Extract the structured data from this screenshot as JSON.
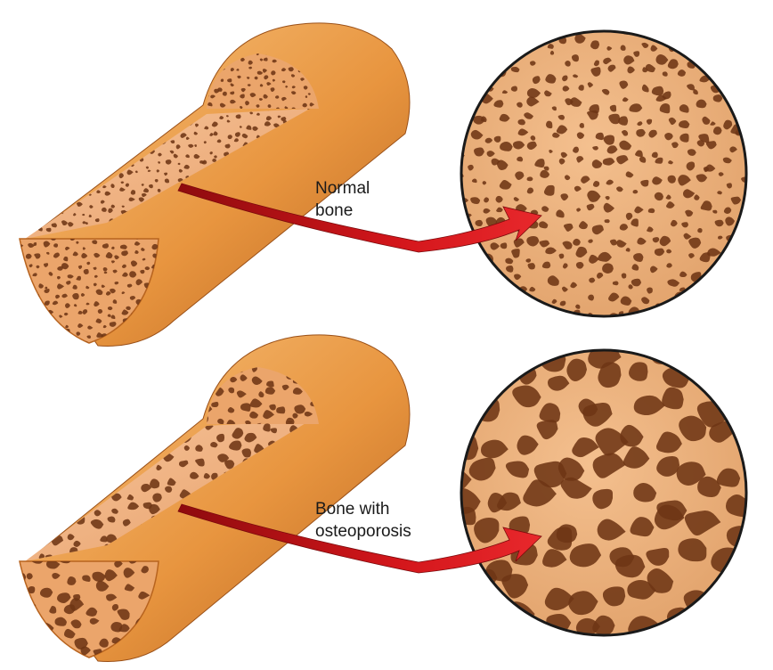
{
  "panels": [
    {
      "id": "normal",
      "label_line1": "Normal",
      "label_line2": "bone",
      "pore_density": "dense",
      "pore_size": "small"
    },
    {
      "id": "osteoporosis",
      "label_line1": "Bone with",
      "label_line2": "osteoporosis",
      "pore_density": "sparse",
      "pore_size": "large"
    }
  ],
  "colors": {
    "bone_light": "#f3bd8c",
    "bone_mid": "#e49a5d",
    "bone_dark": "#c9742f",
    "pore": "#6e3514",
    "arrow": "#d3161b",
    "outline": "#1a1a1a"
  }
}
